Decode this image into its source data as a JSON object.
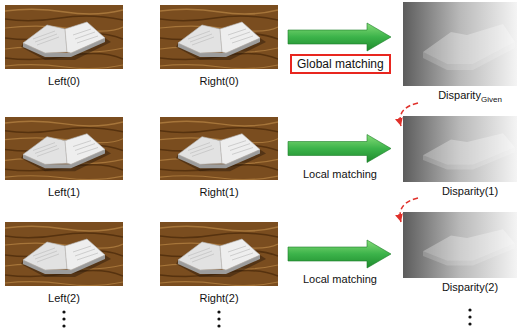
{
  "diagram": {
    "nodes": [
      {
        "text": [
          "Left(0)"
        ]
      },
      {
        "text": [
          "Right(0)"
        ]
      },
      {
        "text": [
          "Global matching"
        ]
      },
      {
        "text": [
          "Disparity",
          "Given"
        ]
      },
      {
        "text": [
          "Left(1)"
        ]
      },
      {
        "text": [
          "Right(1)"
        ]
      },
      {
        "text": [
          "Disparity(1)"
        ]
      },
      {
        "text": [
          "Left(2)"
        ]
      },
      {
        "text": [
          "Right(2)"
        ]
      },
      {
        "text": [
          "Disparity(2)"
        ]
      }
    ],
    "edges": [
      {
        "from": 1,
        "to": 3,
        "arrow": "to"
      },
      {
        "from": 3,
        "to": 6,
        "arrow": "to"
      },
      {
        "from": 5,
        "to": 6,
        "label": "Local matching",
        "arrow": "to"
      },
      {
        "from": 6,
        "to": 9,
        "arrow": "to"
      },
      {
        "from": 8,
        "to": 9,
        "label": "Local matching",
        "arrow": "to"
      }
    ]
  }
}
